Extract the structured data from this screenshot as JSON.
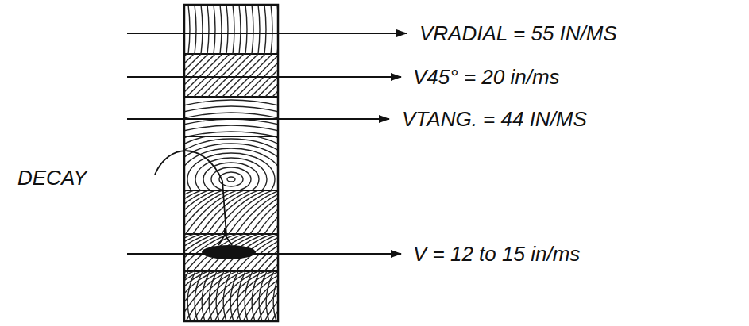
{
  "diagram": {
    "labels": [
      "VRADIAL = 55 IN/MS",
      "V45° = 20 in/ms",
      "VTANG. = 44 IN/MS",
      "DECAY",
      "V = 12 to 15 in/ms"
    ]
  }
}
